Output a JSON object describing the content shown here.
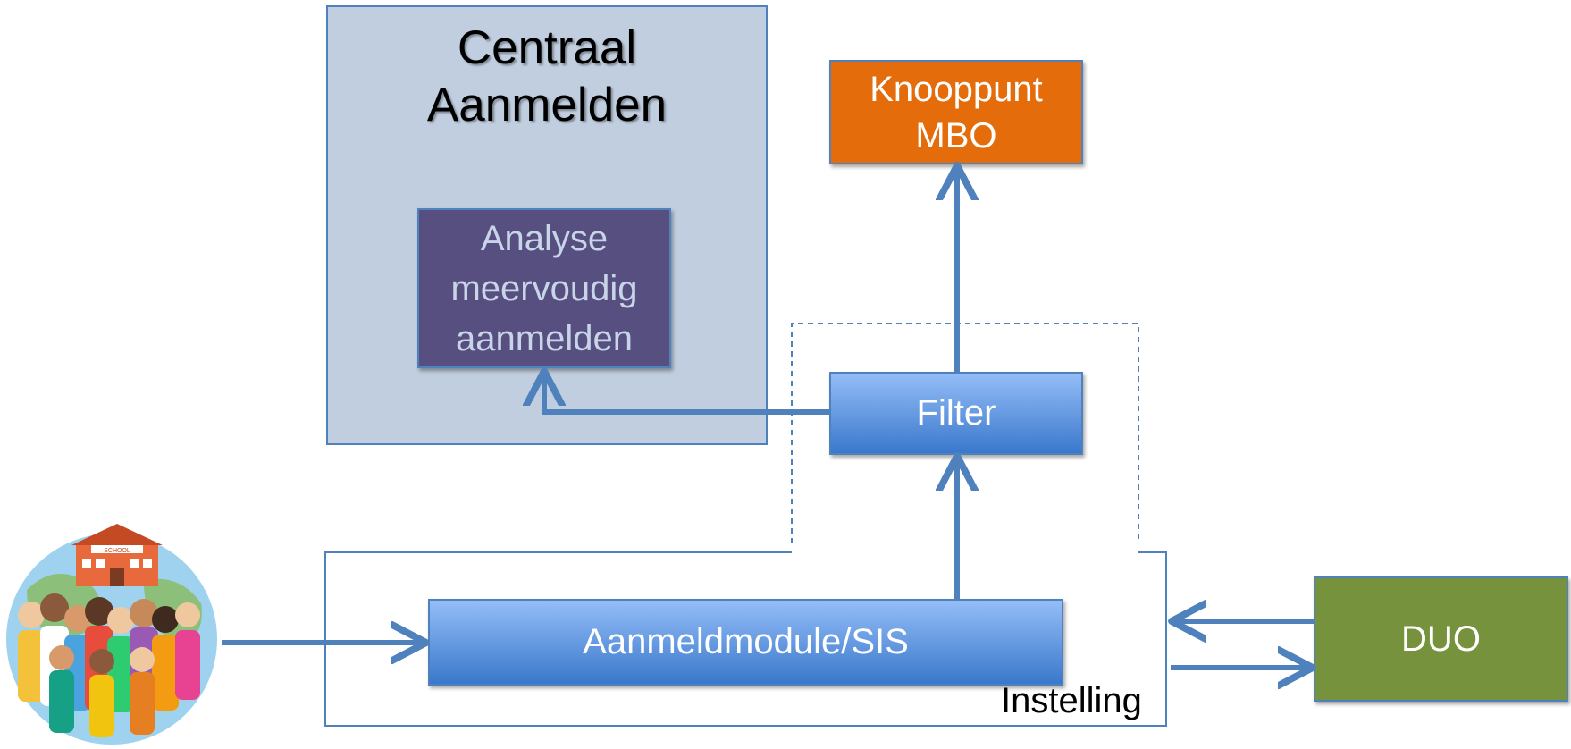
{
  "central_box": {
    "title_line1": "Centraal",
    "title_line2": "Aanmelden"
  },
  "analyse_box": {
    "line1": "Analyse",
    "line2": "meervoudig",
    "line3": "aanmelden"
  },
  "knooppunt_box": {
    "line1": "Knooppunt",
    "line2": "MBO"
  },
  "filter_box": {
    "label": "Filter"
  },
  "aanmeld_box": {
    "label": "Aanmeldmodule/SIS"
  },
  "instelling_box": {
    "label": "Instelling"
  },
  "duo_box": {
    "label": "DUO"
  },
  "illustration": {
    "school_sign": "SCHOOL"
  },
  "colors": {
    "central_fill": "#c0cedf",
    "analyse_fill": "#574f80",
    "knooppunt_fill": "#e46c0a",
    "blue_box_top": "#94bdf7",
    "blue_box_bottom": "#3a78cc",
    "duo_fill": "#76923c",
    "arrow": "#4f81bd"
  }
}
